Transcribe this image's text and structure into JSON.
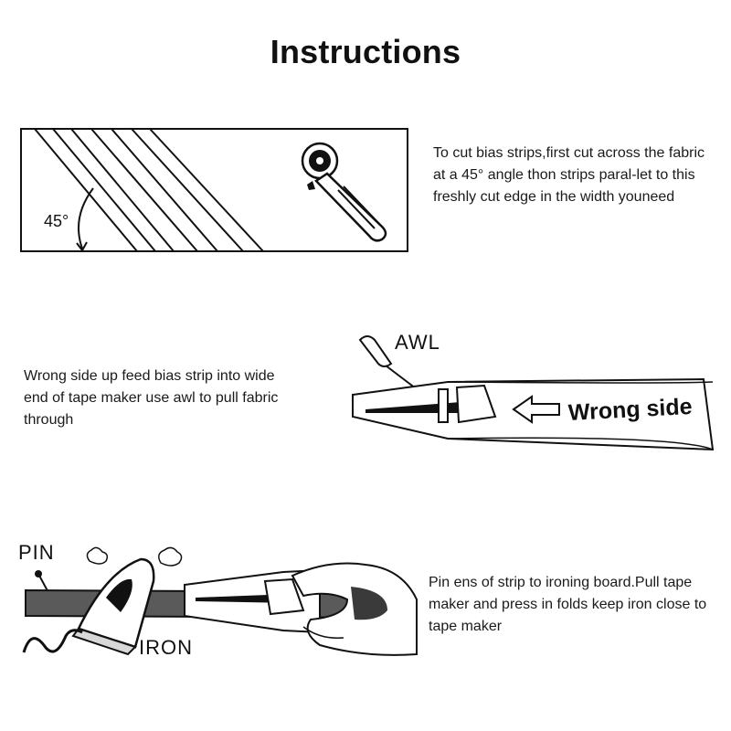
{
  "title": "Instructions",
  "steps": [
    {
      "text": "To cut bias strips,first cut across the fabric at a 45° angle thon strips paral-let to this freshly cut edge in the width youneed",
      "labels": {
        "angle": "45°"
      }
    },
    {
      "text": "Wrong side up feed bias strip into wide end of tape maker use awl to pull fabric through",
      "labels": {
        "tool": "AWL",
        "side": "Wrong side"
      }
    },
    {
      "text": "Pin ens of strip to ironing board.Pull tape maker and press in folds keep iron close to tape maker",
      "labels": {
        "pin": "PIN",
        "iron": "IRON"
      }
    }
  ]
}
